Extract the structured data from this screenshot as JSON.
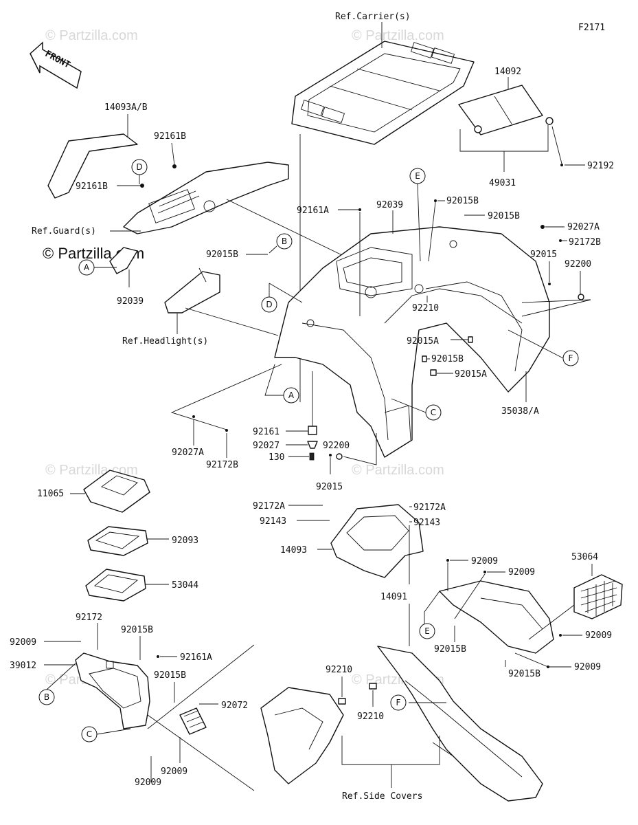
{
  "diagram": {
    "figure_code": "F2171",
    "front_label": "FRONT",
    "watermark_main": "© Partzilla.com",
    "watermark_faint": "© Partzilla.com",
    "references": {
      "carrier": "Ref.Carrier(s)",
      "guard": "Ref.Guard(s)",
      "headlight": "Ref.Headlight(s)",
      "side_covers": "Ref.Side Covers"
    },
    "callouts": [
      "A",
      "B",
      "C",
      "D",
      "E",
      "F"
    ],
    "part_labels": {
      "p14092": "14092",
      "p49031": "49031",
      "p92192": "92192",
      "p14093AB": "14093A/B",
      "p92161B_1": "92161B",
      "p92161B_2": "92161B",
      "p92039_1": "92039",
      "p92039_2": "92039",
      "p92161A_1": "92161A",
      "p92015B_1": "92015B",
      "p92015B_2": "92015B",
      "p92015B_3": "92015B",
      "p92027A_1": "92027A",
      "p92172B_1": "92172B",
      "p92015_1": "92015",
      "p92200_1": "92200",
      "p92210_1": "92210",
      "p92015A_1": "92015A",
      "p92015B_4": "92015B",
      "p92015A_2": "92015A",
      "p35038A": "35038/A",
      "p92027A_2": "92027A",
      "p92172B_2": "92172B",
      "p92161": "92161",
      "p92027": "92027",
      "p130": "130",
      "p92200_2": "92200",
      "p92015_2": "92015",
      "p11065": "11065",
      "p92093": "92093",
      "p53044": "53044",
      "p92172A_1": "92172A",
      "p92143_1": "92143",
      "p14093": "14093",
      "p92172A_2": "92172A",
      "p92143_2": "92143",
      "p92009_1": "92009",
      "p92009_2": "92009",
      "p53064": "53064",
      "p14091": "14091",
      "p92009_3": "92009",
      "p92015B_5": "92015B",
      "p92009_4": "92009",
      "p92015B_6": "92015B",
      "p92172": "92172",
      "p92015B_7": "92015B",
      "p92009_5": "92009",
      "p92161A_2": "92161A",
      "p39012": "39012",
      "p92015B_8": "92015B",
      "p92072": "92072",
      "p92009_6": "92009",
      "p92009_7": "92009",
      "p92210_2": "92210",
      "p92210_3": "92210"
    }
  }
}
